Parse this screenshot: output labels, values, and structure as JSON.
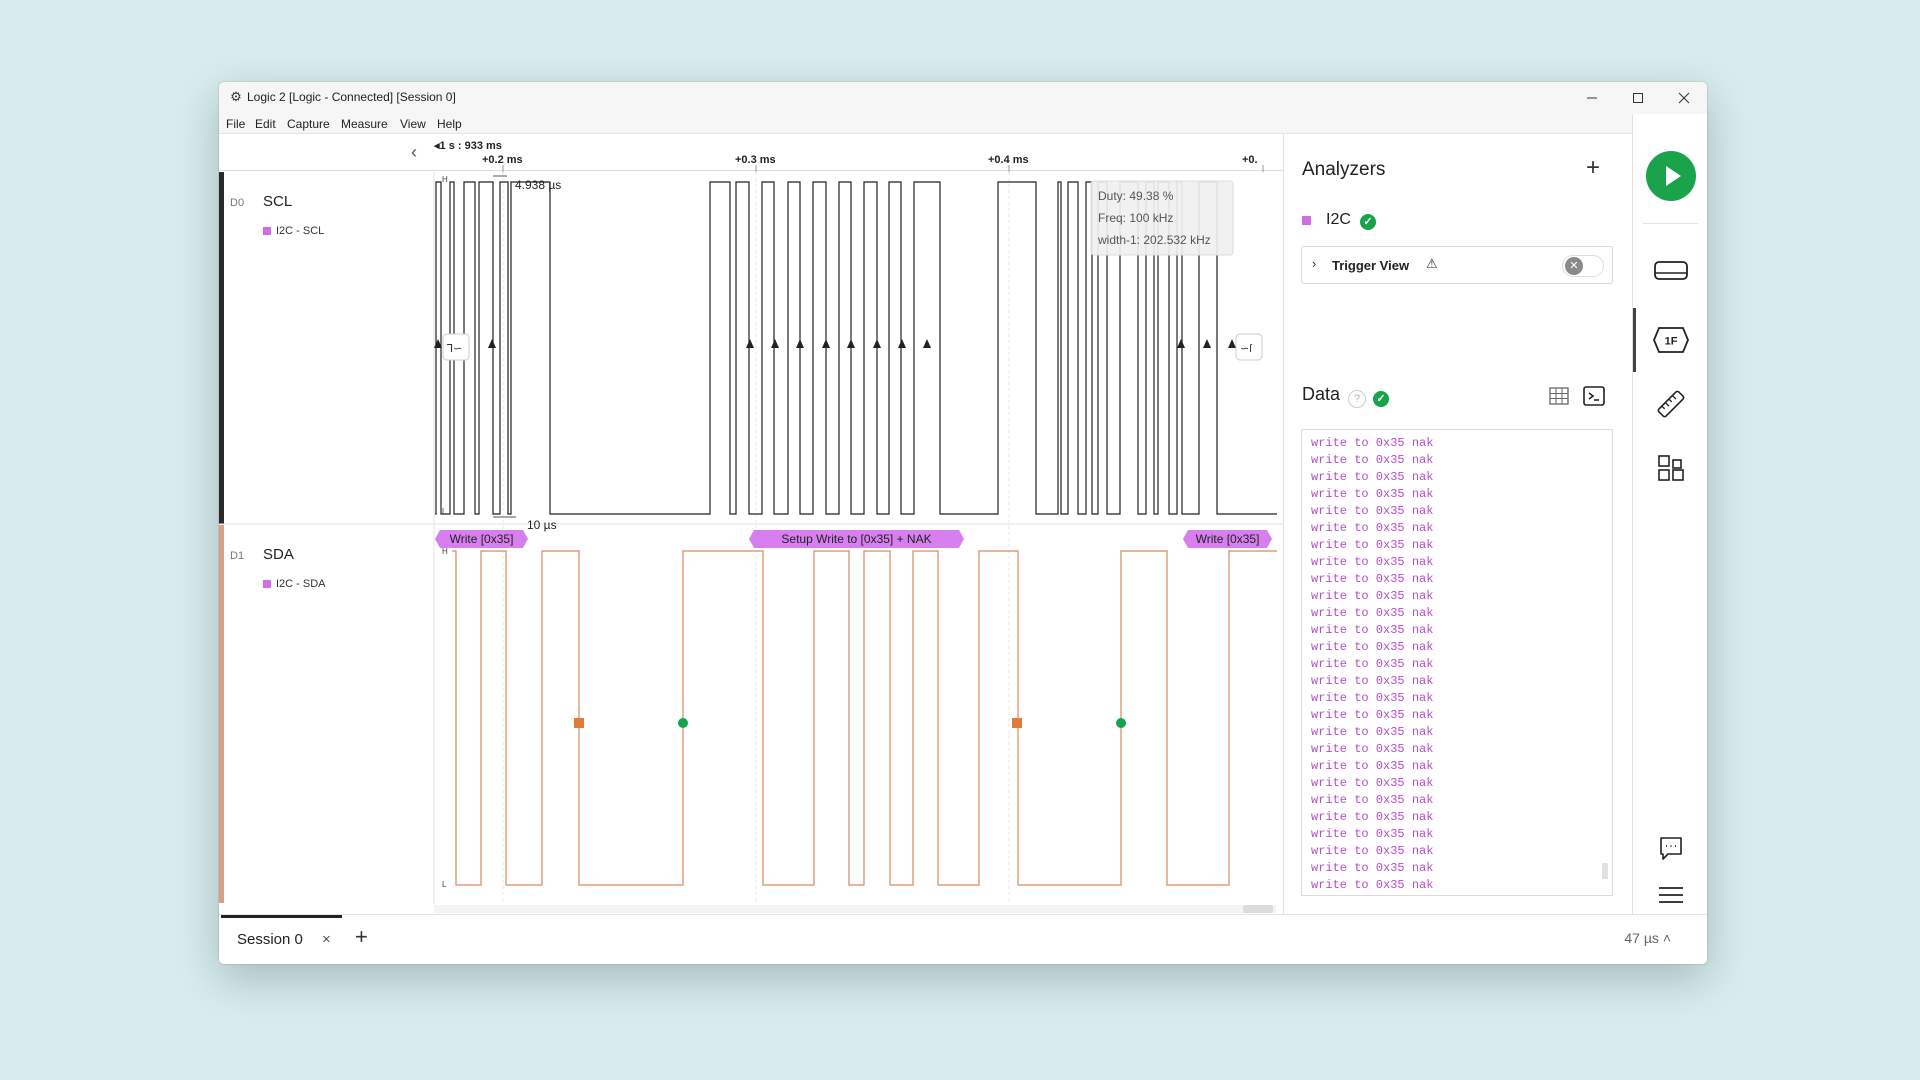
{
  "window": {
    "title": "Logic 2 [Logic - Connected] [Session 0]"
  },
  "menu": [
    "File",
    "Edit",
    "Capture",
    "Measure",
    "View",
    "Help"
  ],
  "ruler": {
    "origin": "1 s : 933 ms",
    "ticks": [
      {
        "label": "+0.2 ms"
      },
      {
        "label": "+0.3 ms"
      },
      {
        "label": "+0.4 ms"
      },
      {
        "label": "+0."
      }
    ]
  },
  "channels": [
    {
      "num": "D0",
      "name": "SCL",
      "analyzer": "I2C - SCL",
      "color": "#222222",
      "stripe": "#2a2a2a"
    },
    {
      "num": "D1",
      "name": "SDA",
      "analyzer": "I2C - SDA",
      "color": "#d9875f",
      "stripe": "#d8a083"
    }
  ],
  "measurements": {
    "width": "4.938 µs",
    "period": "10 µs",
    "tooltip": {
      "duty": "Duty: 49.38 %",
      "freq": "Freq: 100 kHz",
      "width_inv": "width-1: 202.532 kHz"
    }
  },
  "level_labels": {
    "high": "H",
    "low": "L"
  },
  "bubbles": [
    {
      "text": "Write [0x35]"
    },
    {
      "text": "Setup Write to [0x35] + NAK"
    },
    {
      "text": "Write [0x35]"
    }
  ],
  "session": {
    "tab": "Session 0",
    "close": "×",
    "add": "+"
  },
  "time_status": "47 µs",
  "panel": {
    "title": "Analyzers",
    "add": "+",
    "analyzer_name": "I2C",
    "analyzer_color": "#d26ee3",
    "trigger": {
      "label": "Trigger View",
      "warn": "⚠"
    },
    "data_title": "Data",
    "help": "?",
    "data_lines": [
      "write to 0x35 nak",
      "write to 0x35 nak",
      "write to 0x35 nak",
      "write to 0x35 nak",
      "write to 0x35 nak",
      "write to 0x35 nak",
      "write to 0x35 nak",
      "write to 0x35 nak",
      "write to 0x35 nak",
      "write to 0x35 nak",
      "write to 0x35 nak",
      "write to 0x35 nak",
      "write to 0x35 nak",
      "write to 0x35 nak",
      "write to 0x35 nak",
      "write to 0x35 nak",
      "write to 0x35 nak",
      "write to 0x35 nak",
      "write to 0x35 nak",
      "write to 0x35 nak",
      "write to 0x35 nak",
      "write to 0x35 nak",
      "write to 0x35 nak",
      "write to 0x35 nak",
      "write to 0x35 nak",
      "write to 0x35 nak",
      "write to 0x35 nak",
      "write to 0x35 nak",
      "write to 0x35 nak",
      "write to 0x35 nak",
      "write to 0x35 nak",
      "write to 0x35 nak"
    ]
  },
  "rail_icons": [
    "play-icon",
    "device-icon",
    "analyzer-1f-icon",
    "ruler-icon",
    "extensions-icon",
    "feedback-icon",
    "menu-icon"
  ]
}
